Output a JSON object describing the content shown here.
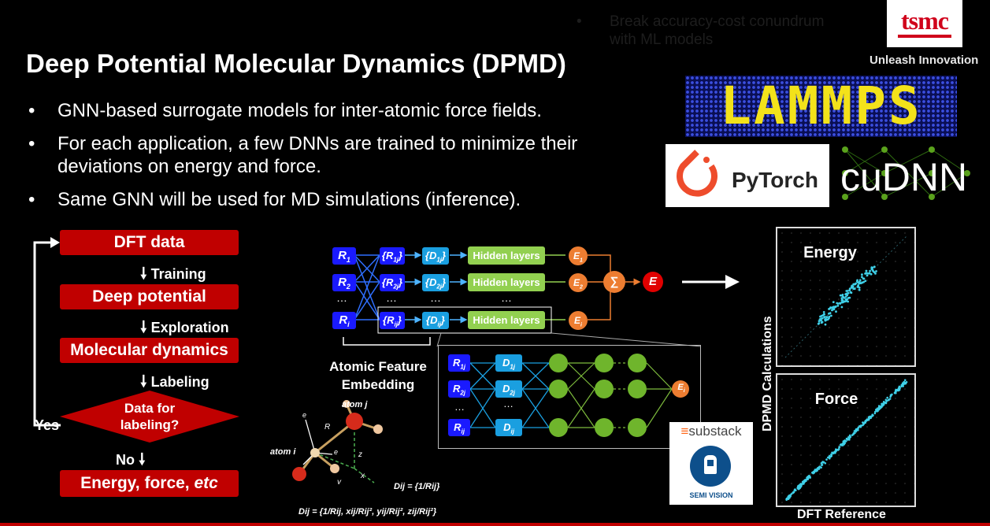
{
  "slide": {
    "title": "Deep Potential Molecular Dynamics (DPMD)",
    "ghost_bullet": "Break accuracy-cost conundrum with ML models",
    "bullets": [
      "GNN-based surrogate models for inter-atomic force fields.",
      "For each application, a few DNNs are trained to minimize their deviations on energy and force.",
      "Same GNN will be used for MD simulations (inference)."
    ],
    "bullet_marker": "•"
  },
  "logos": {
    "tsmc": "tsmc",
    "tsmc_tagline": "Unleash Innovation",
    "lammps": "LAMMPS",
    "pytorch": "PyTorch",
    "cudnn": "cuDNN",
    "substack": "substack",
    "semivision": "SEMI VISION"
  },
  "flowchart": {
    "dft_data": "DFT data",
    "training": "Training",
    "deep_potential": "Deep potential",
    "exploration": "Exploration",
    "molecular_dynamics": "Molecular dynamics",
    "labeling": "Labeling",
    "decision_line1": "Data for",
    "decision_line2": "labeling?",
    "yes": "Yes",
    "no": "No",
    "output_prefix": "Energy, force, ",
    "output_etc": "etc"
  },
  "network": {
    "hidden_layers": "Hidden layers",
    "sum": "∑",
    "energy": "E",
    "ellipsis": "…",
    "embedding_line1": "Atomic Feature",
    "embedding_line2": "Embedding"
  },
  "geometry_diagram": {
    "atom_j": "atom j",
    "atom_i": "atom i",
    "d_simple": "Dij = {1/Rij}",
    "d_full": "Dij = {1/Rij, xij/Rij², yij/Rij², zij/Rij²}"
  },
  "scatter": {
    "energy_label": "Energy",
    "force_label": "Force",
    "ylabel": "DPMD Calculations",
    "xlabel": "DFT Reference"
  },
  "colors": {
    "accent_red": "#c00000",
    "background": "#000000",
    "node_blue": "#1a1aff",
    "node_cyan": "#1a9fe0",
    "hidden_green": "#92d050",
    "energy_orange": "#ed7d31",
    "scatter_dots": "#3fd0e8"
  }
}
